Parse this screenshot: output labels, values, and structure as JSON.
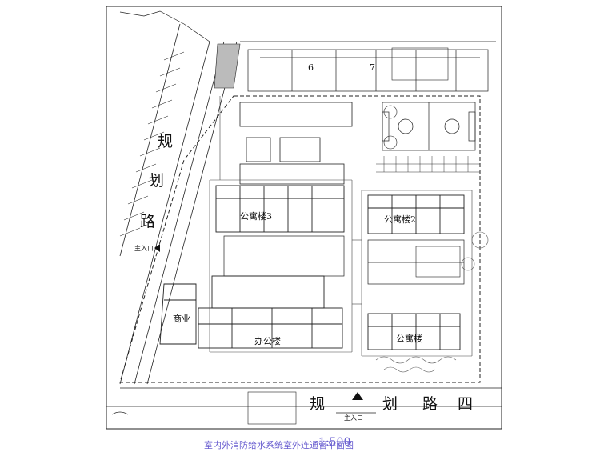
{
  "drawing": {
    "title": "室内外消防给水系统室外连通管平面图",
    "scale": "1:500"
  },
  "roads": {
    "west": [
      "规",
      "划",
      "路"
    ],
    "south": [
      "规",
      "划",
      "路",
      "四"
    ]
  },
  "entrances": {
    "west": "主入口",
    "south": "主入口"
  },
  "buildings": {
    "apartment_3": "公寓楼3",
    "apartment_2": "公寓楼2",
    "apartment_1": "公寓楼",
    "office": "办公楼",
    "commercial": "商业"
  },
  "parcels": {
    "p6": "6",
    "p7": "7"
  },
  "colors": {
    "line": "#222222",
    "title": "#6a5fd0"
  }
}
